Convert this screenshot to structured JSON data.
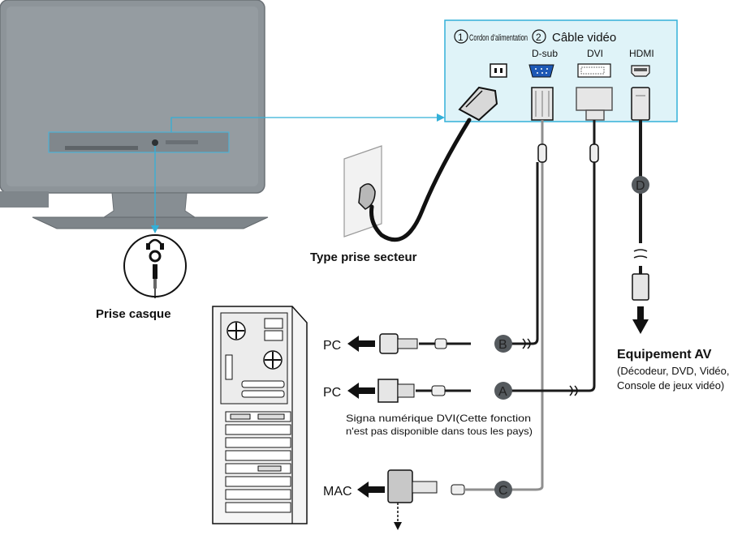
{
  "panel": {
    "power_num": "1",
    "power_label": "Cordon d'alimentation",
    "video_num": "2",
    "video_label": "Câble vidéo",
    "dsub_label": "D-sub",
    "dvi_label": "DVI",
    "hdmi_label": "HDMI"
  },
  "labels": {
    "outlet": "Type prise secteur",
    "headphone": "Prise casque",
    "pc_1": "PC",
    "pc_2": "PC",
    "mac": "MAC",
    "dvi_note_1": "Signa numérique  DVI(Cette fonction",
    "dvi_note_2": "n'est pas disponible dans tous les pays)",
    "av_title": "Equipement AV",
    "av_line_1": "(Décodeur, DVD, Vidéo,",
    "av_line_2": "Console de jeux vidéo)"
  },
  "badges": {
    "a": "A",
    "b": "B",
    "c": "C",
    "d": "D"
  },
  "colors": {
    "panel_bg": "#dff3f8",
    "panel_border": "#33b0d8",
    "monitor": "#8d9499",
    "badge": "#555a5e",
    "cable": "#1a1a1a",
    "cable_grey": "#9a9a9a"
  }
}
